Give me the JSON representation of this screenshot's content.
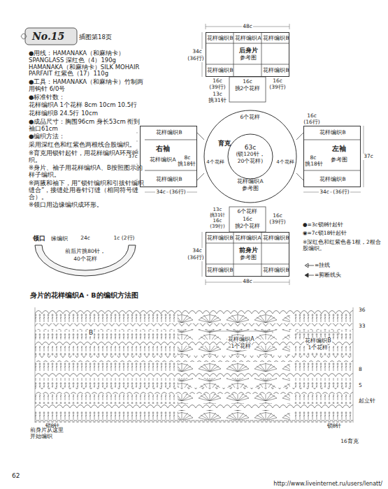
{
  "diagram": {
    "title": "No.15",
    "nodes": [
      {
        "text": [
          "花样编织B",
          "花样编织A",
          "花样编织B",
          "后身片",
          "参考图",
          "花样编织B",
          "花样编织B"
        ]
      },
      {
        "text": [
          "花样编织B",
          "右袖",
          "花样编织A",
          "花样编织B"
        ]
      },
      {
        "text": [
          "育克",
          "63c",
          "(锁120针，",
          "20个花样)",
          "4个花样",
          "4个花样",
          "花样编织A",
          "参考图",
          "6个花样"
        ]
      },
      {
        "text": [
          "花样编织B",
          "左袖",
          "参考图",
          "花样编织B"
        ]
      },
      {
        "text": [
          "花样编织B",
          "花样编织A",
          "花样编织B",
          "前身片",
          "参考图",
          "花样编织B",
          "花样编织B"
        ]
      },
      {
        "text": [
          "领口",
          "缘编织",
          "24c",
          "1c (2行)",
          "前后片挑80针，",
          "40个花样"
        ]
      }
    ],
    "labels": [
      "插图第18页",
      "●用线：HAMANAKA（和麻纳卡）SPANGLASS 深红色（4）190g HAMANAKA（和麻纳卡）SILK MOHAIR PARFAIT 红紫色（17）110g",
      "●工具：HAMANAKA（和麻纳卡）竹制两用钩针 6/0号",
      "●标准针数：",
      "花样编织A 1个花样 8cm 10cm 10.5行",
      "花样编织B 24.5行 10cm",
      "●成品尺寸：胸围96cm 身长53cm 衔到袖口61cm",
      "●编织方法：",
      "采用深红色和红紫色两根线合股编织。",
      "※育克用锁针起针，用花样编织A环形编织。",
      "※身片、袖子用花样编织A、B按照图示的样子编织。",
      "※两腋和袖下，用“锁针编织和引拔针编织缝合”，接缝处用卷针订缝（相同符号缝合）。",
      "※领口用边缘编织成环形。",
      "48c",
      "34c",
      "(36行)",
      "16c",
      "(39行)",
      "13c",
      "挑31针",
      "16c",
      "挑2个花样",
      "16c",
      "(39行)",
      "16c",
      "(16行)",
      "37c",
      "8c",
      "挑18针",
      "34c",
      "(36行)",
      "8c",
      "挑18针",
      "37c",
      "34c",
      "(36行)",
      "6个花样",
      "16c",
      "挑2个花样",
      "13c",
      "挑31针",
      "16c",
      "(39行)",
      "16c",
      "(39行)",
      "34c",
      "(36行)",
      "48c",
      "●=3c锁8针起针",
      "◉=7c锁18针起针",
      "※深红色和红紫色各1根，2根合股编织。",
      "身片的花样编织A・B的编织方法图",
      "B",
      "花样编织A",
      "1个花样",
      "花样编织B",
      "1个花样",
      "36",
      "33",
      "8",
      "5",
      "起立针",
      "锁8针",
      "锁8针",
      "16育克",
      "前身片从这里开始编织",
      "62",
      "http://www.liveinternet.ru/users/lenatt/"
    ],
    "legend": [
      {
        "text": "=挂线"
      },
      {
        "text": "=剪断线头"
      }
    ]
  }
}
